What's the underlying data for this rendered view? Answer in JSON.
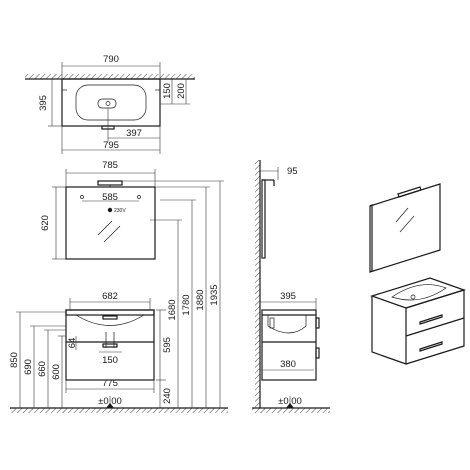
{
  "dimensions": {
    "top_width_outer": "790",
    "top_depth": "395",
    "top_150": "150",
    "top_200": "200",
    "top_397": "397",
    "top_width_bottom": "795",
    "mirror_width": "785",
    "mirror_585": "585",
    "mirror_height": "620",
    "mirror_power": "230V",
    "side_mirror_depth": "95",
    "side_cabinet_depth": "395",
    "side_380": "380",
    "cab_682": "682",
    "cab_64": "64",
    "cab_150": "150",
    "cab_775": "775",
    "cab_595": "595",
    "cab_240": "240",
    "h_1680": "1680",
    "h_1780": "1780",
    "h_1880": "1880",
    "h_1935": "1935",
    "h_850": "850",
    "h_690": "690",
    "h_660": "660",
    "h_600": "600",
    "floor_front": "±0.00",
    "floor_side": "±0.00"
  },
  "colors": {
    "line": "#1a1a1a",
    "background": "#ffffff"
  }
}
